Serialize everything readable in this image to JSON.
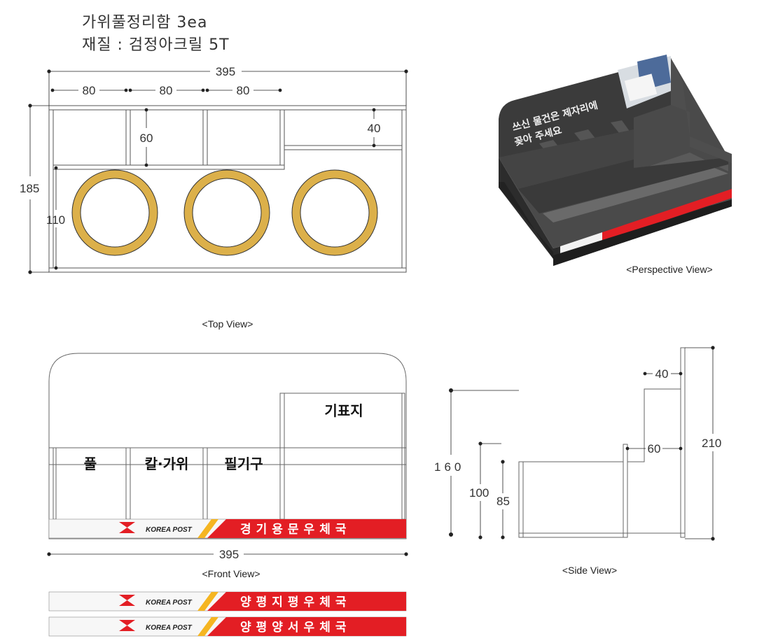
{
  "header": {
    "line1": "가위풀정리함 3ea",
    "line2": "재질 : 검정아크릴 5T"
  },
  "top_view": {
    "caption": "<Top View>",
    "dims": {
      "total_width": "395",
      "w1": "80",
      "w2": "80",
      "w3": "80",
      "depth": "185",
      "compartment_depth": "60",
      "step": "40",
      "circle": "110"
    }
  },
  "perspective": {
    "caption": "<Perspective View>",
    "sign_line1": "쓰신 물건은 제자리에",
    "sign_line2": "꽂아 주세요"
  },
  "front_view": {
    "caption": "<Front View>",
    "width": "395",
    "labels": [
      "풀",
      "칼·가위",
      "필기구",
      "기표지"
    ]
  },
  "side_view": {
    "caption": "<Side View>",
    "dims": {
      "top_depth": "40",
      "mid_depth": "60",
      "h_total": "210",
      "h_mid": "160",
      "h_front": "100",
      "h_inner": "85"
    }
  },
  "bands": {
    "logo": "KOREA POST",
    "front": "경기용문우체국",
    "extra1": "양평지평우체국",
    "extra2": "양평양서우체국"
  },
  "colors": {
    "band_red": "#e31e24",
    "ring_gold": "#dcb04a",
    "acrylic": "#3a3a3a"
  }
}
